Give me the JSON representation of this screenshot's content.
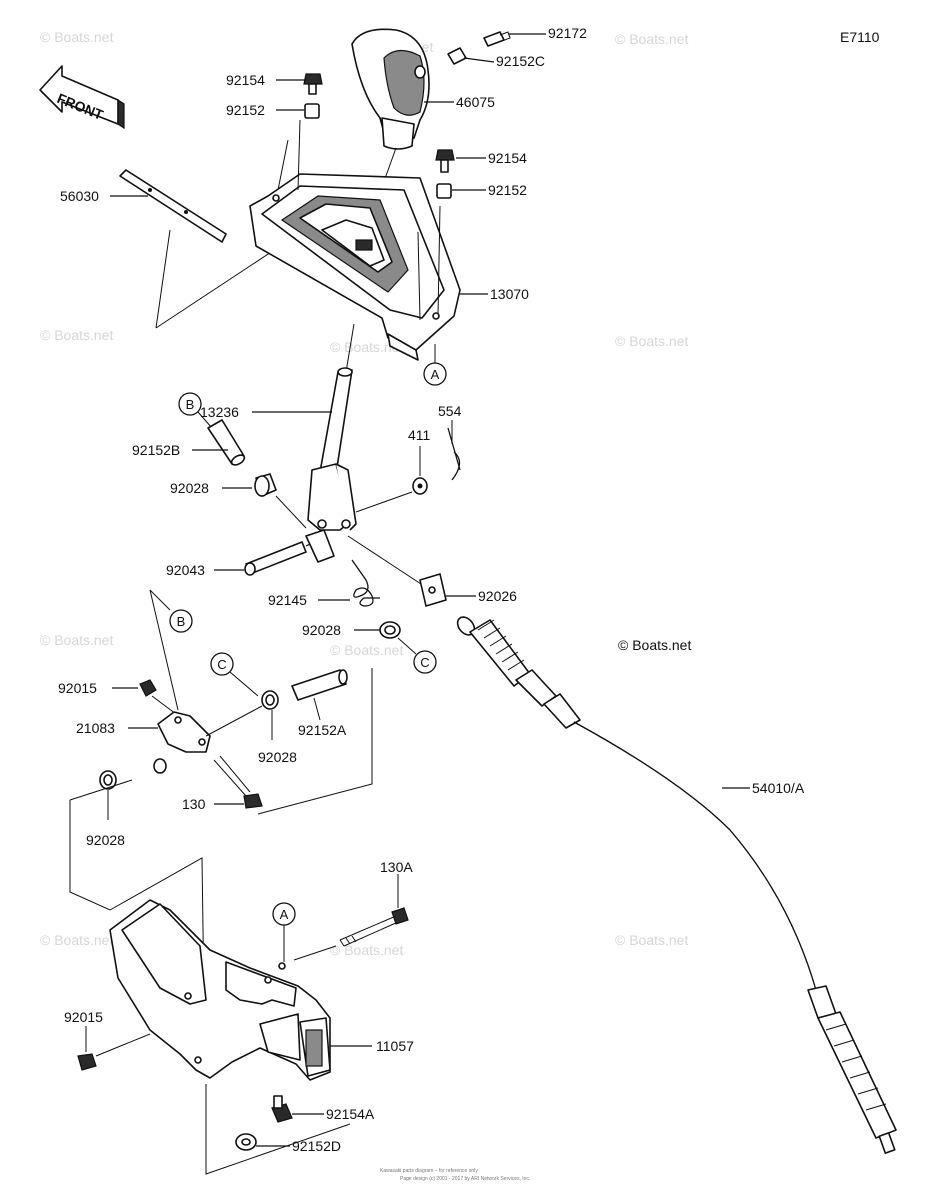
{
  "diagram_code": "E7110",
  "front_label": "FRONT",
  "watermark_text": "© Boats.net",
  "copyright_small_1": "Kawasaki parts diagram – for reference only",
  "copyright_small_2": "Page design (c) 2001 - 2017 by ARI Network Services, Inc.",
  "parts": {
    "p92172": "92172",
    "p92152C": "92152C",
    "p46075": "46075",
    "p92154_top": "92154",
    "p92152_top": "92152",
    "p92154_right": "92154",
    "p92152_right": "92152",
    "p56030": "56030",
    "p13070": "13070",
    "p13236": "13236",
    "p554": "554",
    "p411": "411",
    "p92152B": "92152B",
    "p92028_a": "92028",
    "p92043": "92043",
    "p92145": "92145",
    "p92026": "92026",
    "p92028_b": "92028",
    "p92015_a": "92015",
    "p21083": "21083",
    "p92152A": "92152A",
    "p92028_c": "92028",
    "p130": "130",
    "p92028_d": "92028",
    "p54010A": "54010/A",
    "p130A": "130A",
    "p92015_b": "92015",
    "p11057": "11057",
    "p92154A": "92154A",
    "p92152D": "92152D"
  },
  "refs": {
    "A_top": "A",
    "B_top": "B",
    "B_mid": "B",
    "C_mid": "C",
    "C_left": "C",
    "A_bottom": "A"
  }
}
